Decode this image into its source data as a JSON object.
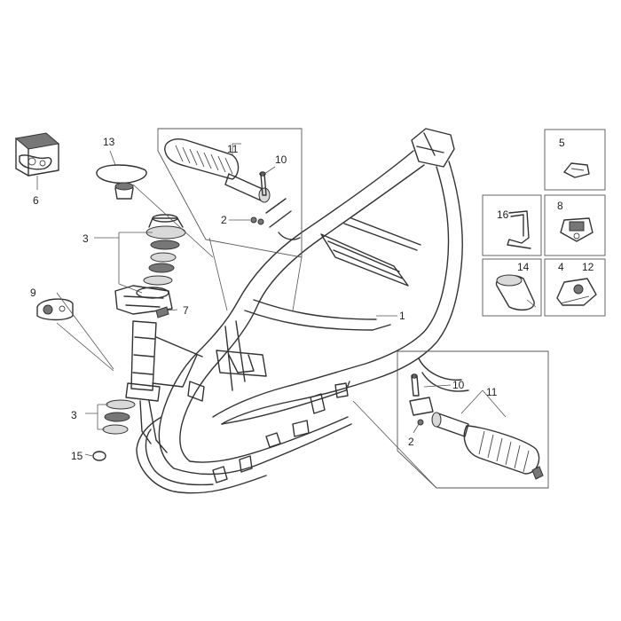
{
  "callouts": {
    "frame": "1",
    "screw_top": "2",
    "screw_bottom": "2",
    "bearing_set_upper": "3",
    "bearing_set_lower": "3",
    "spring_clip": "4",
    "speed_nut": "5",
    "toolkit": "6",
    "screw_head": "7",
    "clip_nut": "8",
    "clamp": "9",
    "pin_top": "10",
    "pin_bottom": "10",
    "footrest_top": "11",
    "footrest_bottom": "11",
    "clip_plate": "12",
    "plate": "13",
    "sleeve": "14",
    "circlip": "15",
    "bracket": "16"
  },
  "colors": {
    "line": "#333333",
    "background": "#ffffff",
    "shade": "#d9d9d9"
  }
}
